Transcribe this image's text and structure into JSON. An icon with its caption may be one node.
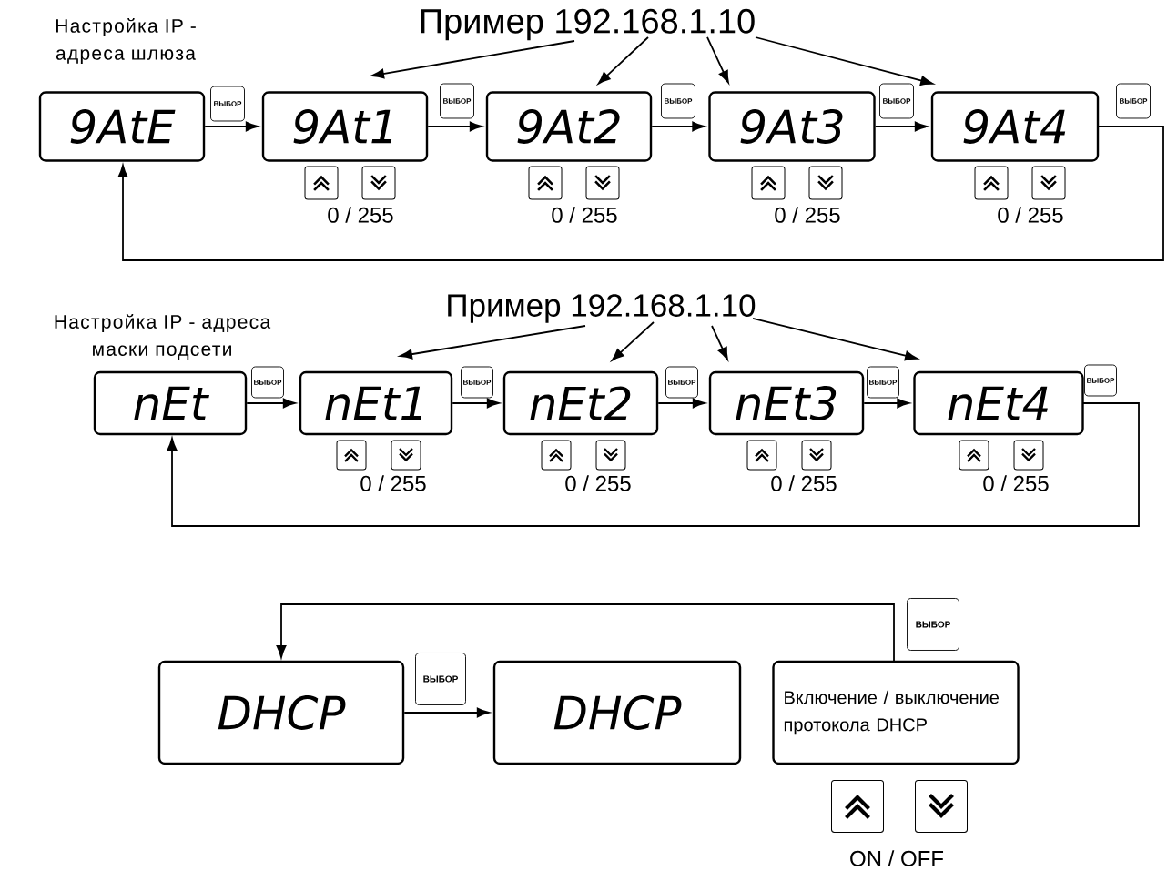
{
  "diagram": {
    "nodes": [
      {
        "text": [
          "Пример 192.168.1.10"
        ]
      },
      {
        "text": [
          "9AtE"
        ]
      },
      {
        "text": [
          "9At1"
        ]
      },
      {
        "text": [
          "9At2"
        ]
      },
      {
        "text": [
          "9At3"
        ]
      },
      {
        "text": [
          "9At4"
        ]
      },
      {
        "text": [
          "ВЫБОР"
        ]
      },
      {
        "text": [
          "ВЫБОР"
        ]
      },
      {
        "text": [
          "ВЫБОР"
        ]
      },
      {
        "text": [
          "ВЫБОР"
        ]
      },
      {
        "text": [
          "ВЫБОР"
        ]
      },
      {
        "text": [
          "Пример 192.168.1.10"
        ]
      },
      {
        "text": [
          "nEt"
        ]
      },
      {
        "text": [
          "nEt1"
        ]
      },
      {
        "text": [
          "nEt2"
        ]
      },
      {
        "text": [
          "nEt3"
        ]
      },
      {
        "text": [
          "nEt4"
        ]
      },
      {
        "text": [
          "ВЫБОР"
        ]
      },
      {
        "text": [
          "ВЫБОР"
        ]
      },
      {
        "text": [
          "ВЫБОР"
        ]
      },
      {
        "text": [
          "ВЫБОР"
        ]
      },
      {
        "text": [
          "ВЫБОР"
        ]
      },
      {
        "text": [
          "DHCP"
        ]
      },
      {
        "text": [
          "ВЫБОР"
        ]
      },
      {
        "text": [
          "DHCP"
        ]
      },
      {
        "text": [
          "Включение / выключение протокола DHCP"
        ]
      },
      {
        "text": [
          "ВЫБОР"
        ]
      }
    ],
    "edges": [
      {
        "from": 0,
        "to": 2,
        "arrow": "to"
      },
      {
        "from": 0,
        "to": 3,
        "arrow": "to"
      },
      {
        "from": 0,
        "to": 4,
        "arrow": "to"
      },
      {
        "from": 0,
        "to": 5,
        "arrow": "to"
      },
      {
        "from": 1,
        "to": 2,
        "arrow": "to"
      },
      {
        "from": 2,
        "to": 3,
        "arrow": "to"
      },
      {
        "from": 3,
        "to": 4,
        "arrow": "to"
      },
      {
        "from": 4,
        "to": 5,
        "arrow": "to"
      },
      {
        "from": 5,
        "to": 1,
        "arrow": "to"
      },
      {
        "from": 11,
        "to": 13,
        "arrow": "to"
      },
      {
        "from": 11,
        "to": 14,
        "arrow": "to"
      },
      {
        "from": 11,
        "to": 15,
        "arrow": "to"
      },
      {
        "from": 11,
        "to": 16,
        "arrow": "to"
      },
      {
        "from": 12,
        "to": 13,
        "arrow": "to"
      },
      {
        "from": 13,
        "to": 14,
        "arrow": "to"
      },
      {
        "from": 14,
        "to": 15,
        "arrow": "to"
      },
      {
        "from": 15,
        "to": 16,
        "arrow": "to"
      },
      {
        "from": 16,
        "to": 12,
        "arrow": "to"
      },
      {
        "from": 22,
        "to": 24,
        "arrow": "to"
      },
      {
        "from": 25,
        "to": 22,
        "arrow": "to"
      }
    ],
    "labels": [
      "Настройка IP - адреса шлюза",
      "0 / 255",
      "0 / 255",
      "0 / 255",
      "0 / 255",
      "Настройка IP - адреса маски подсети",
      "0 / 255",
      "0 / 255",
      "0 / 255",
      "0 / 255",
      "ON / OFF"
    ]
  }
}
